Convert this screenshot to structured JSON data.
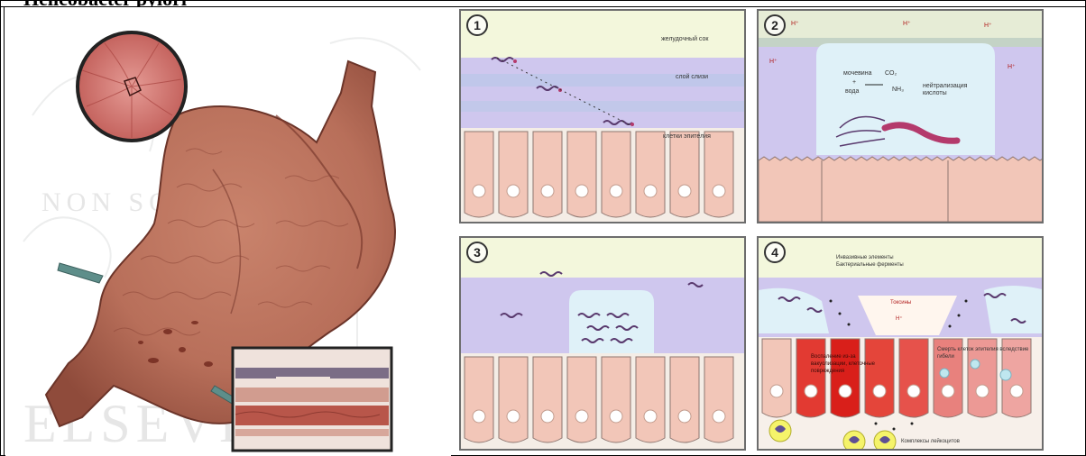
{
  "header": {
    "clipped_title": "Helicobacter pylori"
  },
  "left_figure": {
    "watermark_top": "NON SOLUS",
    "watermark_bottom": "ELSEVIER"
  },
  "panels": [
    {
      "number": "1",
      "labels": {
        "gastric_juice": "желудочный сок",
        "mucus_layer": "слой слизи",
        "epithelial_cells": "клетки эпителия"
      }
    },
    {
      "number": "2",
      "labels": {
        "urea": "мочевина",
        "plus": "+",
        "water": "вода",
        "co2": "CO₂",
        "nh3": "NH₃",
        "neutralization": "нейтрализация кислоты"
      },
      "h_ions": [
        "H⁺",
        "H⁺",
        "H⁺",
        "H⁺",
        "H⁺"
      ]
    },
    {
      "number": "3"
    },
    {
      "number": "4",
      "labels": {
        "toxins_header": "Инвазивные элементы",
        "toxins_header2": "Бактериальные ферменты",
        "center_toxins": "Токсины",
        "center_h": "H⁺",
        "left_damage": "Воспаление из-за вакуолизации, клеточные повреждения",
        "right_damage": "Смерть клеток эпителия вследствие гибели",
        "neutrophils": "Комплексы лейкоцитов"
      }
    }
  ]
}
